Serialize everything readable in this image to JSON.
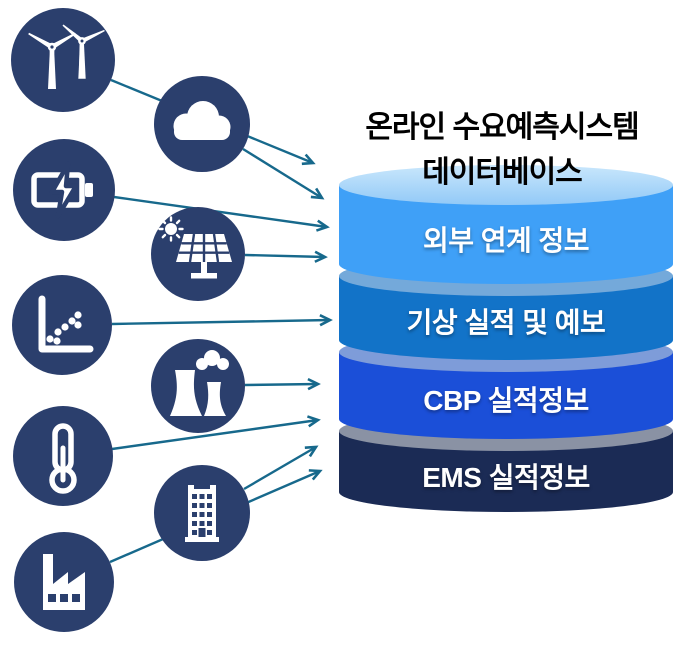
{
  "diagram": {
    "title": {
      "line1": "온라인 수요예측시스템",
      "line2": "데이터베이스"
    },
    "database": {
      "layers": [
        {
          "label": "외부 연계 정보",
          "body_color": "#3FA0F7",
          "top_color": "#9CCEF8"
        },
        {
          "label": "기상 실적 및 예보",
          "body_color": "#1273C8",
          "top_color": "#74A9DA"
        },
        {
          "label": "CBP 실적정보",
          "body_color": "#1B4FD8",
          "top_color": "#7E9CD9"
        },
        {
          "label": "EMS 실적정보",
          "body_color": "#1B2B55",
          "top_color": "#8A92A4"
        }
      ]
    },
    "sources": [
      {
        "icon": "wind-turbines"
      },
      {
        "icon": "cloud"
      },
      {
        "icon": "battery-charging"
      },
      {
        "icon": "solar-panel"
      },
      {
        "icon": "scatter-chart"
      },
      {
        "icon": "power-plant-cooling-tower"
      },
      {
        "icon": "thermometer"
      },
      {
        "icon": "office-building"
      },
      {
        "icon": "factory"
      }
    ]
  },
  "colors": {
    "source_circle": "#2B3F6D",
    "icon_glyph": "#FFFFFF",
    "arrow": "#17698C",
    "title_text": "#000000",
    "layer_label_text": "#FFFFFF",
    "top_ellipse_gradient_start": "#C9E7FC",
    "top_ellipse_gradient_end": "#92C9F7"
  }
}
